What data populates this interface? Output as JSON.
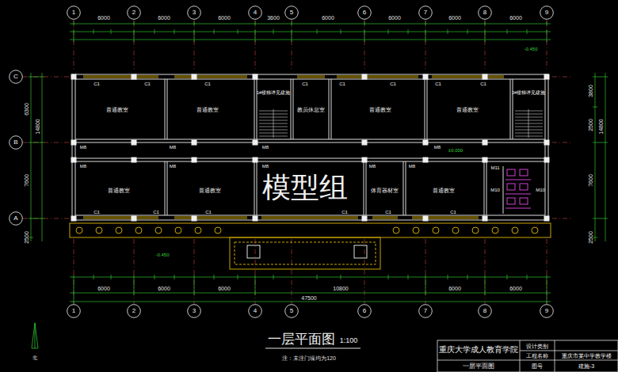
{
  "diagram": {
    "title": "一层平面图",
    "caption": "注：未注门垛均为120",
    "nodes": [
      {
        "text": [
          "1"
        ]
      },
      {
        "text": [
          "2"
        ]
      },
      {
        "text": [
          "3"
        ]
      },
      {
        "text": [
          "4"
        ]
      },
      {
        "text": [
          "5"
        ]
      },
      {
        "text": [
          "6"
        ]
      },
      {
        "text": [
          "7"
        ]
      },
      {
        "text": [
          "8"
        ]
      },
      {
        "text": [
          "9"
        ]
      },
      {
        "text": [
          "1"
        ]
      },
      {
        "text": [
          "2"
        ]
      },
      {
        "text": [
          "3"
        ]
      },
      {
        "text": [
          "4"
        ]
      },
      {
        "text": [
          "5"
        ]
      },
      {
        "text": [
          "6"
        ]
      },
      {
        "text": [
          "7"
        ]
      },
      {
        "text": [
          "8"
        ]
      },
      {
        "text": [
          "9"
        ]
      },
      {
        "text": [
          "C"
        ]
      },
      {
        "text": [
          "B"
        ]
      },
      {
        "text": [
          "A"
        ]
      },
      {
        "text": [
          "普通教室"
        ]
      },
      {
        "text": [
          "普通教室"
        ]
      },
      {
        "text": [
          "教员休息室"
        ]
      },
      {
        "text": [
          "普通教室"
        ]
      },
      {
        "text": [
          "普通教室"
        ]
      },
      {
        "text": [
          "普通教室"
        ]
      },
      {
        "text": [
          "普通教室"
        ]
      },
      {
        "text": [
          "体育器材室"
        ]
      },
      {
        "text": [
          "普通教室"
        ]
      }
    ],
    "labels": [
      "模型组",
      "1:100",
      "6000",
      "6000",
      "6000",
      "3600",
      "6000",
      "6000",
      "6000",
      "6000",
      "6000",
      "6000",
      "6000",
      "10800",
      "6000",
      "6000",
      "47500",
      "6300",
      "7600",
      "2500",
      "14800",
      "3800",
      "2500",
      "7600",
      "14800",
      "2500",
      "C1",
      "C1",
      "C1",
      "C1",
      "C1",
      "C1",
      "C1",
      "C1",
      "C1",
      "C1",
      "C1",
      "C1",
      "C1",
      "C1",
      "M8",
      "M8",
      "M8",
      "M8",
      "M8",
      "M8",
      "M8",
      "M8",
      "M8",
      "1#楼梯详见建施",
      "2#楼梯详见建施",
      "±0.000",
      "-0.450",
      "-0.450",
      "M11",
      "M10",
      "M10",
      "北",
      "重庆大学成人教育学院",
      "设计类别",
      "工程名称",
      "重庆市某中学教学楼",
      "一层平面图",
      "图号",
      "建施-3"
    ]
  }
}
